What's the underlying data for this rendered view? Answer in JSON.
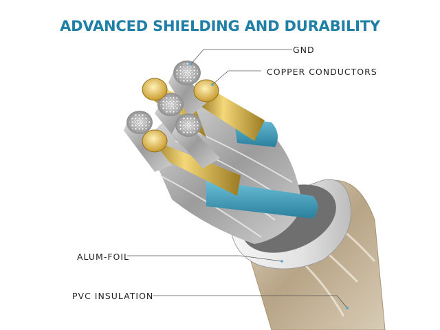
{
  "title": "ADVANCED SHIELDING AND DURABILITY",
  "labels": {
    "gnd": "GND",
    "copper": "COPPER CONDUCTORS",
    "foil": "ALUM-FOIL",
    "pvc": "PVC  INSULATION"
  },
  "colors": {
    "title": "#1f7fa6",
    "copper_gold": "#d7b14a",
    "inner_insulation": "#3a9dbb",
    "foil": "#e4e4e4",
    "jacket": "#c9b89a",
    "braid": "#b9b9b9",
    "leader_dot": "#4aa8c6"
  }
}
